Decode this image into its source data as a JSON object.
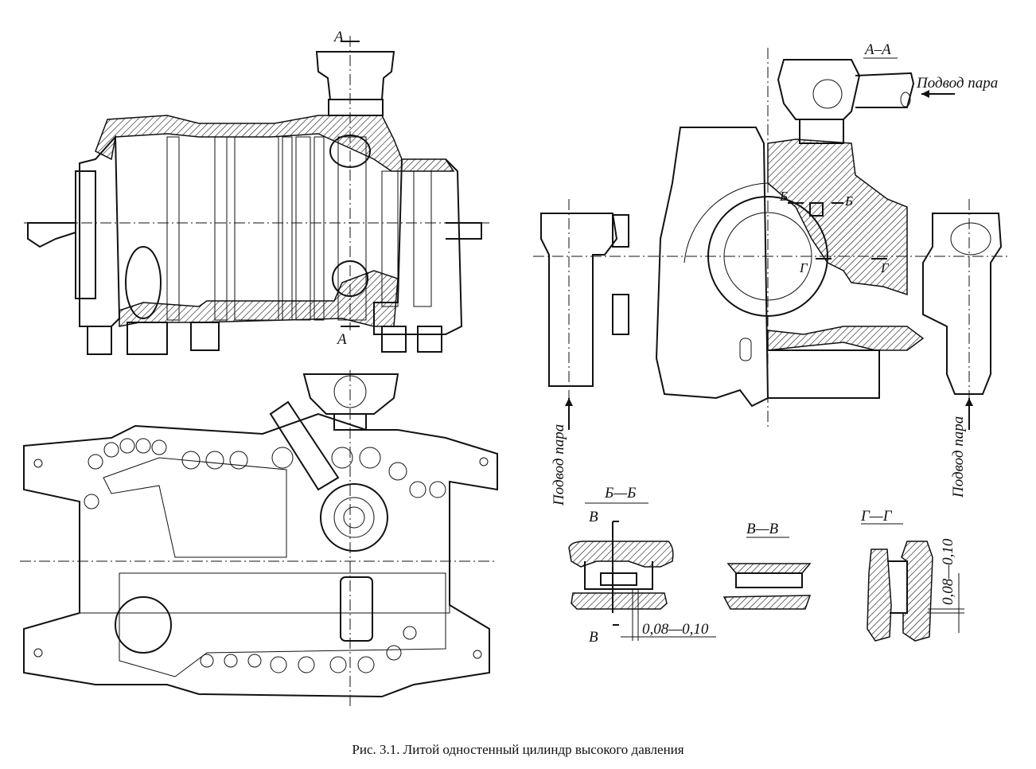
{
  "labels": {
    "section_a_top": "А",
    "section_a_bottom": "А",
    "section_aa": "А–А",
    "steam_inlet_top": "Подвод пара",
    "steam_inlet_left": "Подвод пара",
    "steam_inlet_right": "Подвод пара",
    "b_mark_left": "Б",
    "b_mark_right": "Б",
    "g_mark_left": "Г",
    "g_mark_right": "Г",
    "section_bb": "Б—Б",
    "section_vv": "В—В",
    "section_gg": "Г—Г",
    "v_mark_top": "В",
    "v_mark_bottom": "В",
    "gap_bb": "0,08—0,10",
    "gap_gg": "0,08—0,10"
  },
  "caption": "Рис. 3.1. Литой одностенный цилиндр высокого давления"
}
